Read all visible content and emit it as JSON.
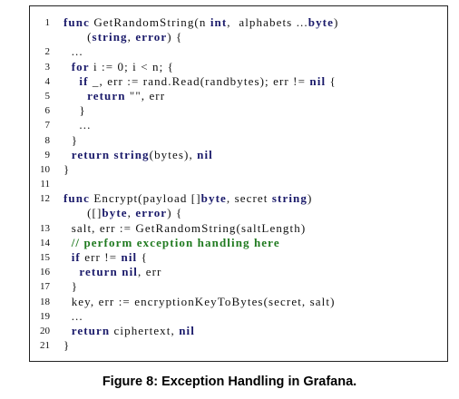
{
  "code": {
    "lines": [
      {
        "num": "1",
        "tokens": [
          {
            "t": "func",
            "c": "kw"
          },
          {
            "t": " GetRandomString(n "
          },
          {
            "t": "int",
            "c": "kw"
          },
          {
            "t": ",  alphabets ..."
          },
          {
            "t": "byte",
            "c": "kw"
          },
          {
            "t": ")"
          }
        ]
      },
      {
        "num": "",
        "tokens": [
          {
            "t": "      ("
          },
          {
            "t": "string",
            "c": "kw"
          },
          {
            "t": ", "
          },
          {
            "t": "error",
            "c": "kw"
          },
          {
            "t": ") {"
          }
        ]
      },
      {
        "num": "2",
        "tokens": [
          {
            "t": "  ..."
          }
        ]
      },
      {
        "num": "3",
        "tokens": [
          {
            "t": "  "
          },
          {
            "t": "for",
            "c": "kw"
          },
          {
            "t": " i := 0; i < n; {"
          }
        ]
      },
      {
        "num": "4",
        "tokens": [
          {
            "t": "    "
          },
          {
            "t": "if",
            "c": "kw"
          },
          {
            "t": " _, err := rand.Read(randbytes); err != "
          },
          {
            "t": "nil",
            "c": "kw"
          },
          {
            "t": " {"
          }
        ]
      },
      {
        "num": "5",
        "tokens": [
          {
            "t": "      "
          },
          {
            "t": "return",
            "c": "kw"
          },
          {
            "t": " \"\", err"
          }
        ]
      },
      {
        "num": "6",
        "tokens": [
          {
            "t": "    }"
          }
        ]
      },
      {
        "num": "7",
        "tokens": [
          {
            "t": "    ..."
          }
        ]
      },
      {
        "num": "8",
        "tokens": [
          {
            "t": "  }"
          }
        ]
      },
      {
        "num": "9",
        "tokens": [
          {
            "t": "  "
          },
          {
            "t": "return",
            "c": "kw"
          },
          {
            "t": " "
          },
          {
            "t": "string",
            "c": "kw"
          },
          {
            "t": "(bytes), "
          },
          {
            "t": "nil",
            "c": "kw"
          }
        ]
      },
      {
        "num": "10",
        "tokens": [
          {
            "t": "}"
          }
        ]
      },
      {
        "num": "11",
        "tokens": [
          {
            "t": ""
          }
        ]
      },
      {
        "num": "12",
        "tokens": [
          {
            "t": "func",
            "c": "kw"
          },
          {
            "t": " Encrypt(payload []"
          },
          {
            "t": "byte",
            "c": "kw"
          },
          {
            "t": ", secret "
          },
          {
            "t": "string",
            "c": "kw"
          },
          {
            "t": ")"
          }
        ]
      },
      {
        "num": "",
        "tokens": [
          {
            "t": "      ([]"
          },
          {
            "t": "byte",
            "c": "kw"
          },
          {
            "t": ", "
          },
          {
            "t": "error",
            "c": "kw"
          },
          {
            "t": ") {"
          }
        ]
      },
      {
        "num": "13",
        "tokens": [
          {
            "t": "  salt, err := GetRandomString(saltLength)"
          }
        ]
      },
      {
        "num": "14",
        "tokens": [
          {
            "t": "  "
          },
          {
            "t": "// perform exception handling here",
            "c": "comment"
          }
        ]
      },
      {
        "num": "15",
        "tokens": [
          {
            "t": "  "
          },
          {
            "t": "if",
            "c": "kw"
          },
          {
            "t": " err != "
          },
          {
            "t": "nil",
            "c": "kw"
          },
          {
            "t": " {"
          }
        ]
      },
      {
        "num": "16",
        "tokens": [
          {
            "t": "    "
          },
          {
            "t": "return",
            "c": "kw"
          },
          {
            "t": " "
          },
          {
            "t": "nil",
            "c": "kw"
          },
          {
            "t": ", err"
          }
        ]
      },
      {
        "num": "17",
        "tokens": [
          {
            "t": "  }"
          }
        ]
      },
      {
        "num": "18",
        "tokens": [
          {
            "t": "  key, err := encryptionKeyToBytes(secret, salt)"
          }
        ]
      },
      {
        "num": "19",
        "tokens": [
          {
            "t": "  ..."
          }
        ]
      },
      {
        "num": "20",
        "tokens": [
          {
            "t": "  "
          },
          {
            "t": "return",
            "c": "kw"
          },
          {
            "t": " ciphertext, "
          },
          {
            "t": "nil",
            "c": "kw"
          }
        ]
      },
      {
        "num": "21",
        "tokens": [
          {
            "t": "}"
          }
        ]
      }
    ]
  },
  "caption": "Figure 8: Exception Handling in Grafana."
}
